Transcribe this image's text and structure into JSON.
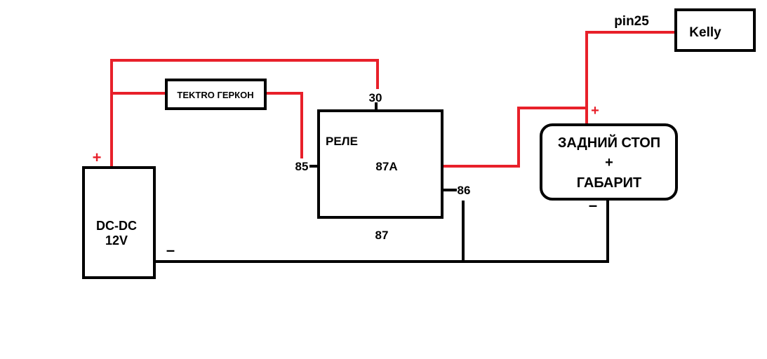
{
  "colors": {
    "wire_positive": "#e8202a",
    "wire_negative": "#000000",
    "outline": "#000000",
    "background": "#ffffff"
  },
  "dcdc": {
    "line1": "DC-DC",
    "line2": "12V",
    "plus": "+",
    "minus": "–"
  },
  "reed_switch": {
    "label": "TEKTRO ГЕРКОН"
  },
  "relay": {
    "title": "РЕЛЕ",
    "pin_30": "30",
    "pin_85": "85",
    "pin_86": "86",
    "pin_87": "87",
    "pin_87a": "87A"
  },
  "lamp": {
    "line1": "ЗАДНИЙ СТОП",
    "line2": "+",
    "line3": "ГАБАРИТ",
    "plus": "+",
    "minus": "–"
  },
  "controller": {
    "label": "Kelly",
    "pin": "pin25"
  }
}
